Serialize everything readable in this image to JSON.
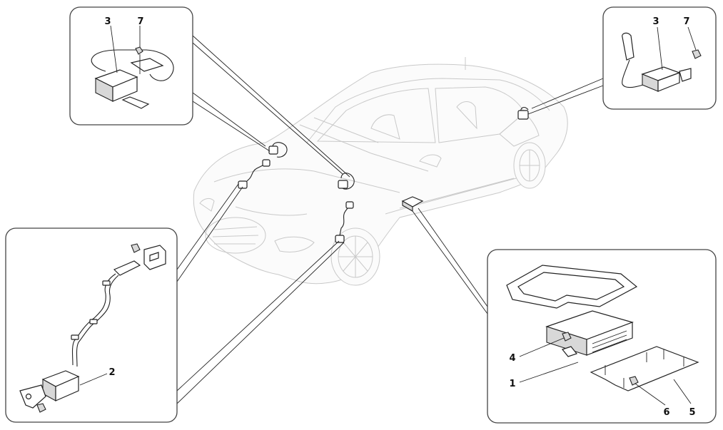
{
  "callouts": {
    "top_left": [
      "3",
      "7"
    ],
    "top_right": [
      "3",
      "7"
    ],
    "bottom_left": [
      "2"
    ],
    "bottom_right": [
      "4",
      "1",
      "6",
      "5"
    ]
  }
}
